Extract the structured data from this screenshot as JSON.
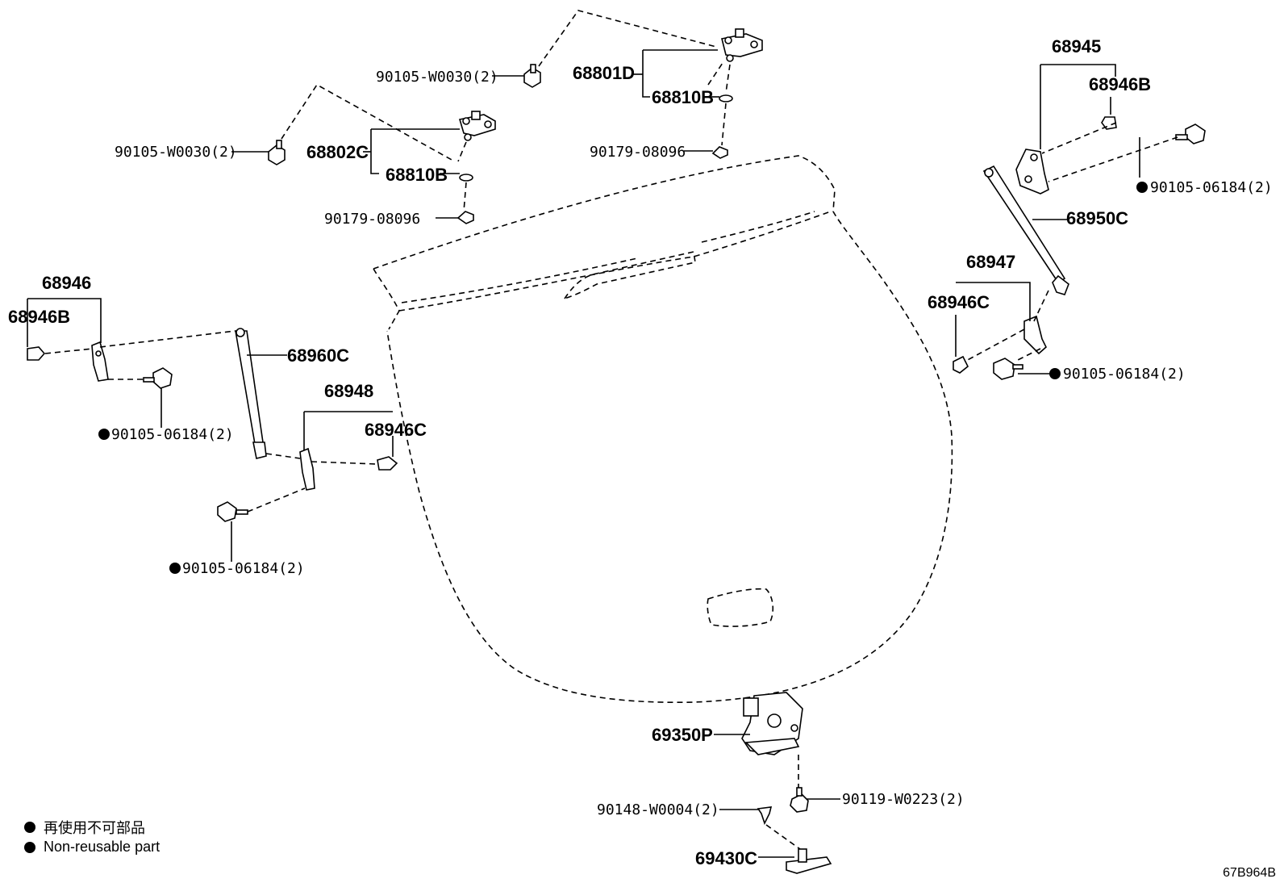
{
  "labels": {
    "p68801D": "68801D",
    "p68810B_top": "68810B",
    "p90105W0030_top": "90105-W0030(2)",
    "p90179_top": "90179-08096",
    "p90105W0030_left": "90105-W0030(2)",
    "p68802C": "68802C",
    "p68810B_left": "68810B",
    "p90179_left": "90179-08096",
    "p68945": "68945",
    "p68946B_right": "68946B",
    "p90105_06184_r1": "90105-06184(2)",
    "p68950C": "68950C",
    "p68947": "68947",
    "p68946C_right": "68946C",
    "p90105_06184_r2": "90105-06184(2)",
    "p68946": "68946",
    "p68946B_left": "68946B",
    "p68960C": "68960C",
    "p90105_06184_l1": "90105-06184(2)",
    "p68948": "68948",
    "p68946C_left": "68946C",
    "p90105_06184_l2": "90105-06184(2)",
    "p69350P": "69350P",
    "p90119W0223": "90119-W0223(2)",
    "p90148W0004": "90148-W0004(2)",
    "p69430C": "69430C"
  },
  "legend": {
    "jp": "再使用不可部品",
    "en": "Non-reusable part"
  },
  "ref_code": "67B964B"
}
